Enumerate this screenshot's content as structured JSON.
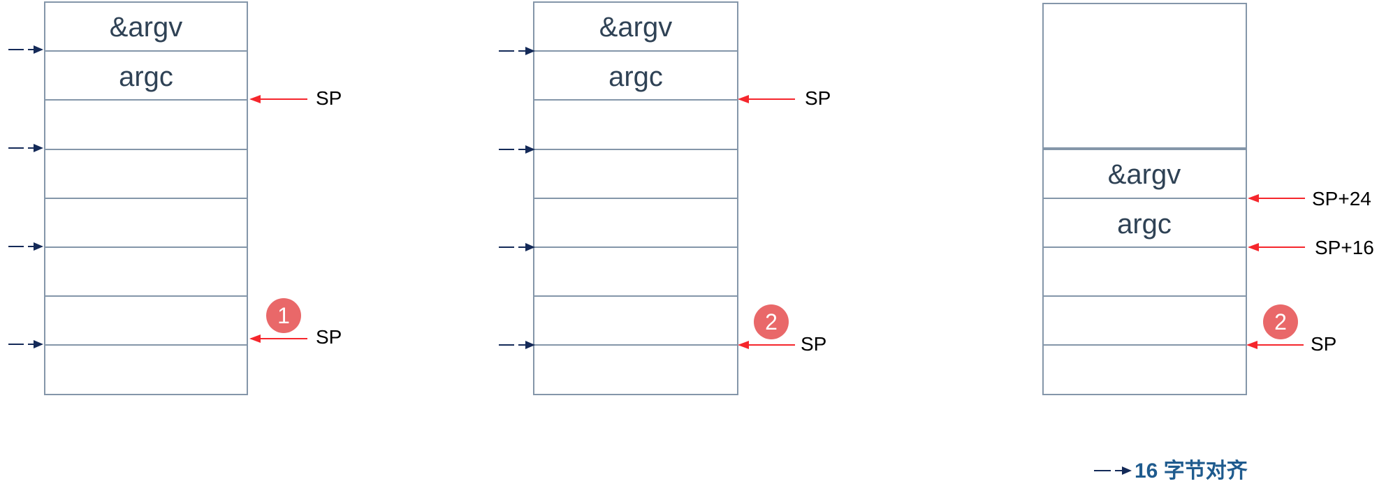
{
  "colors": {
    "box_border": "#8496a9",
    "cell_text": "#2f4255",
    "align_arrow": "#142a58",
    "sp_arrow": "#f5262c",
    "badge": "#e96869",
    "legend_text": "#1f5b8e"
  },
  "stack1": {
    "cells": [
      "&argv",
      "argc"
    ],
    "sp_top": "SP",
    "sp_bottom": "SP",
    "badge": "1"
  },
  "stack2": {
    "cells": [
      "&argv",
      "argc"
    ],
    "sp_top": "SP",
    "sp_bottom": "SP",
    "badge": "2"
  },
  "stack3": {
    "cells": [
      "&argv",
      "argc"
    ],
    "sp_24": "SP+24",
    "sp_16": "SP+16",
    "sp_bottom": "SP",
    "badge": "2"
  },
  "legend": {
    "label": "16 字节对齐",
    "icon": "alignment-arrow-icon"
  }
}
